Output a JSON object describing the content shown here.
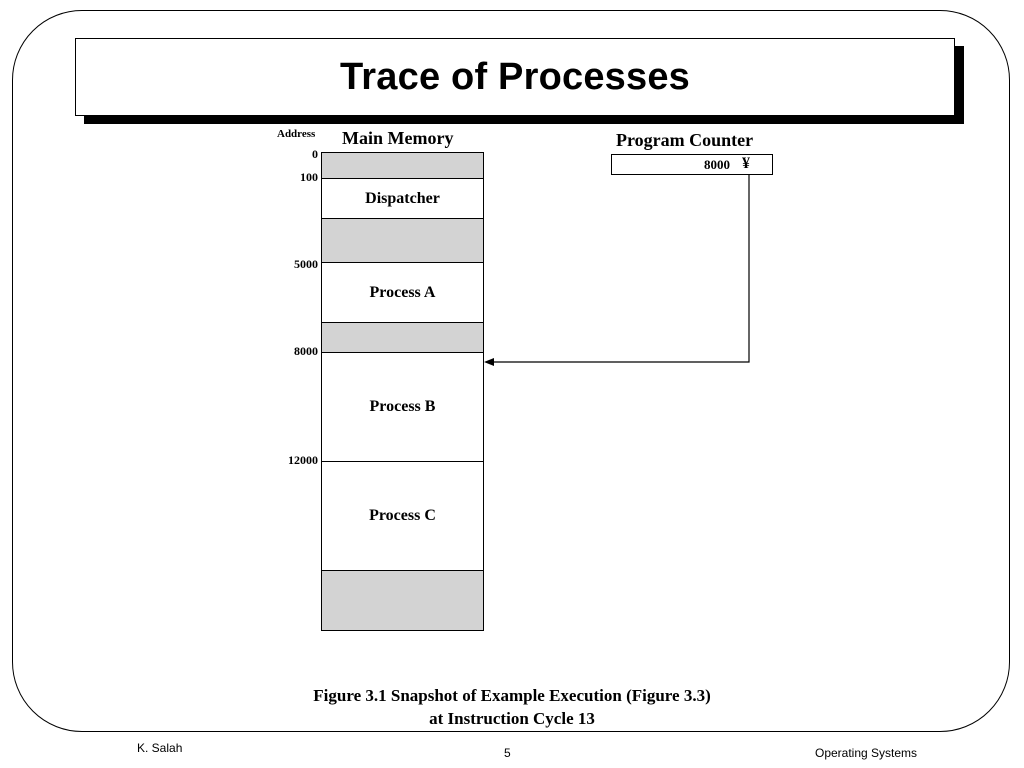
{
  "slide": {
    "title": "Trace of Processes"
  },
  "diagram": {
    "address_header": "Address",
    "memory_header": "Main Memory",
    "pc_header": "Program Counter",
    "pc_value": "8000",
    "pc_arrow_glyph": "¥",
    "addresses": [
      "0",
      "100",
      "5000",
      "8000",
      "12000"
    ],
    "segments": [
      "Dispatcher",
      "Process A",
      "Process B",
      "Process C"
    ],
    "caption_line1": "Figure 3.1  Snapshot of Example Execution (Figure 3.3)",
    "caption_line2": "at Instruction Cycle 13",
    "gray_color": "#d3d3d3"
  },
  "footer": {
    "author": "K. Salah",
    "page": "5",
    "course": "Operating Systems"
  }
}
